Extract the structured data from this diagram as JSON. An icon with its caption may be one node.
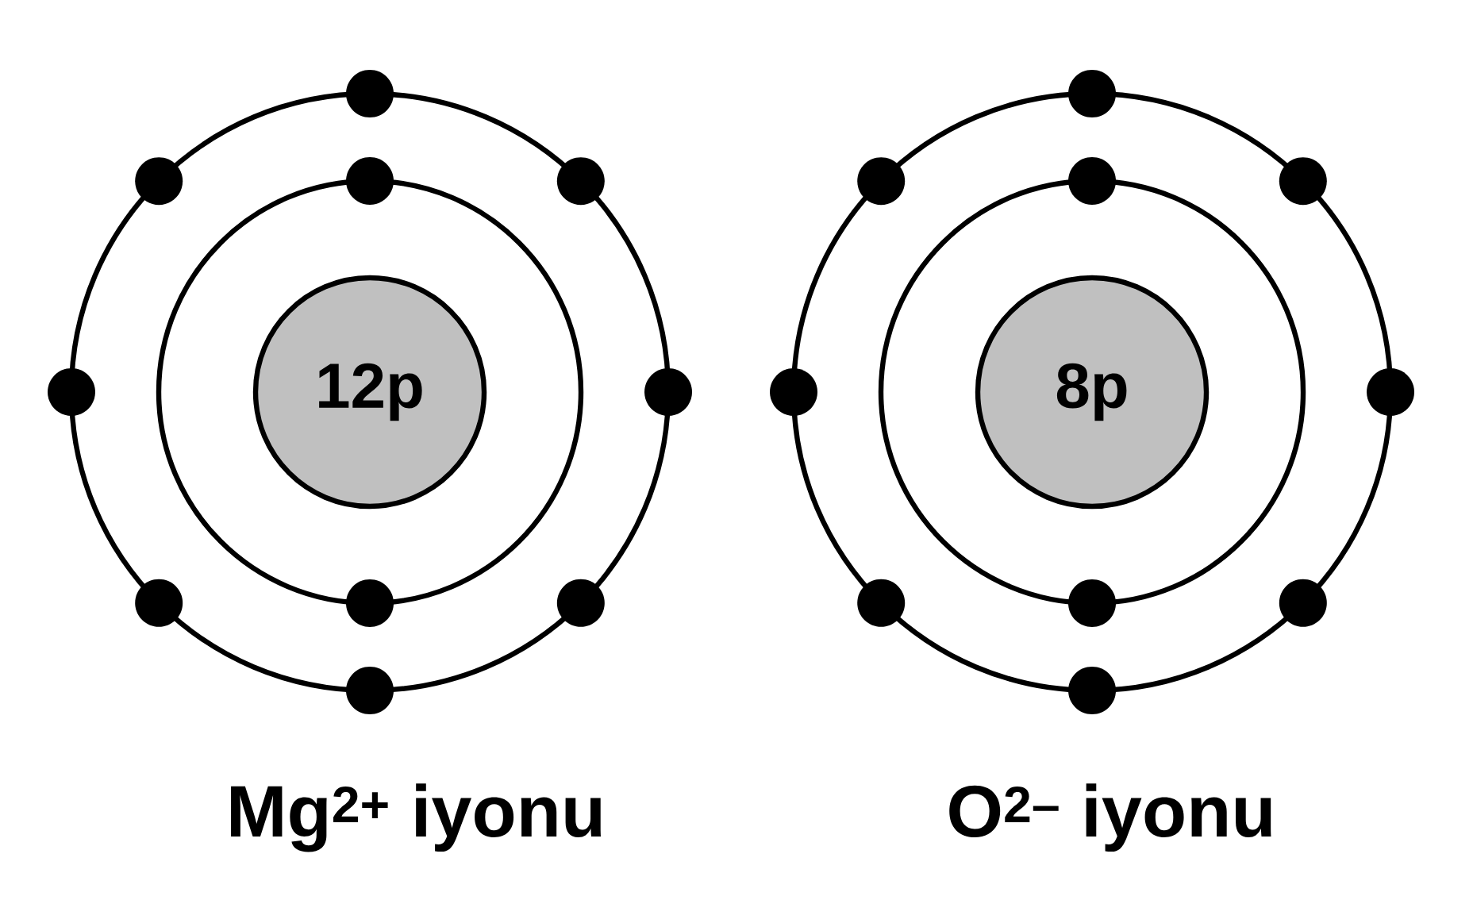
{
  "diagram": {
    "nodes": [
      {
        "text": [
          "12p"
        ],
        "beside": [
          "Mg$^{2+}$ iyonu"
        ]
      },
      {
        "text": [
          "8p"
        ],
        "beside": [
          "O$^{2–}$ iyonu"
        ]
      }
    ]
  }
}
